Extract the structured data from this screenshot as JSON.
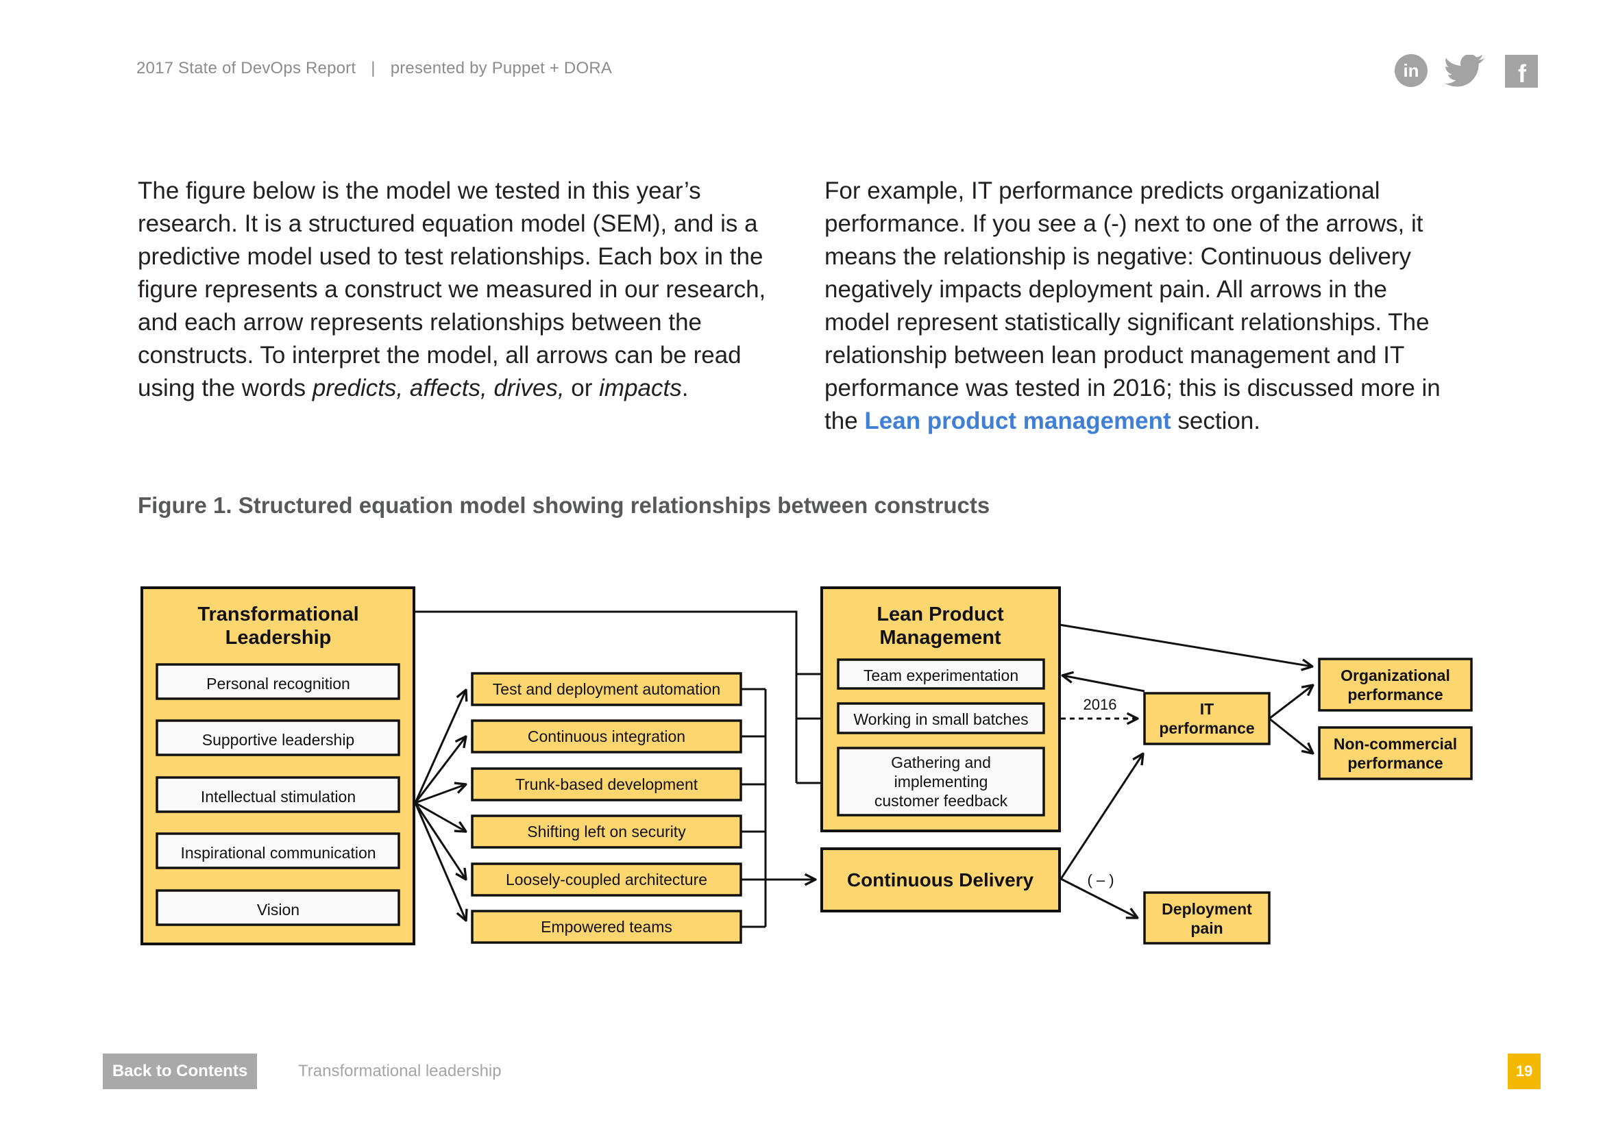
{
  "header": {
    "report": "2017 State of DevOps Report",
    "separator": "|",
    "presented": "presented by Puppet + DORA",
    "icons": [
      "linkedin-icon",
      "twitter-icon",
      "facebook-icon"
    ],
    "linkedin_glyph": "in",
    "facebook_glyph": "f"
  },
  "body": {
    "left": {
      "lead": "The figure below is the model we tested in this year’s research. It is a structured equation model (SEM), and is a predictive model used to test relationships. Each box in the figure represents a construct we measured in our research, and each arrow represents relationships between the constructs. To interpret the model, all arrows can be read using the words ",
      "w1": "predicts,",
      "w2": "affects,",
      "w3": "drives,",
      "or": "or",
      "w4": "impacts",
      "end": "."
    },
    "right": {
      "text": "For example, IT performance predicts organizational performance. If you see a (-) next to one of the arrows, it means the relationship is negative: Continuous delivery negatively impacts deployment pain. All arrows in the model represent statistically significant relationships. The relationship between lean product management and IT performance was tested in 2016; this is discussed more in the ",
      "link": "Lean product management",
      "after": " section."
    }
  },
  "figure": {
    "title": "Figure 1. Structured equation model showing relationships between constructs",
    "tl": {
      "title1": "Transformational",
      "title2": "Leadership",
      "items": [
        "Personal recognition",
        "Supportive leadership",
        "Intellectual stimulation",
        "Inspirational communication",
        "Vision"
      ]
    },
    "practices": [
      "Test and deployment automation",
      "Continuous integration",
      "Trunk-based development",
      "Shifting left on security",
      "Loosely-coupled architecture",
      "Empowered teams"
    ],
    "lpm": {
      "title1": "Lean Product",
      "title2": "Management",
      "items": [
        "Team experimentation",
        "Working in small batches"
      ],
      "feedback": [
        "Gathering and",
        "implementing",
        "customer feedback"
      ]
    },
    "cd": "Continuous Delivery",
    "itperf": [
      "IT",
      "performance"
    ],
    "org": [
      "Organizational",
      "performance"
    ],
    "noncom": [
      "Non-commercial",
      "performance"
    ],
    "pain": [
      "Deployment",
      "pain"
    ],
    "year": "2016",
    "neg": "( – )",
    "colors": {
      "box": "#fdd66f",
      "inner": "#fafafa",
      "stroke": "#111111"
    }
  },
  "footer": {
    "back": "Back to Contents",
    "section": "Transformational leadership",
    "page": "19"
  }
}
